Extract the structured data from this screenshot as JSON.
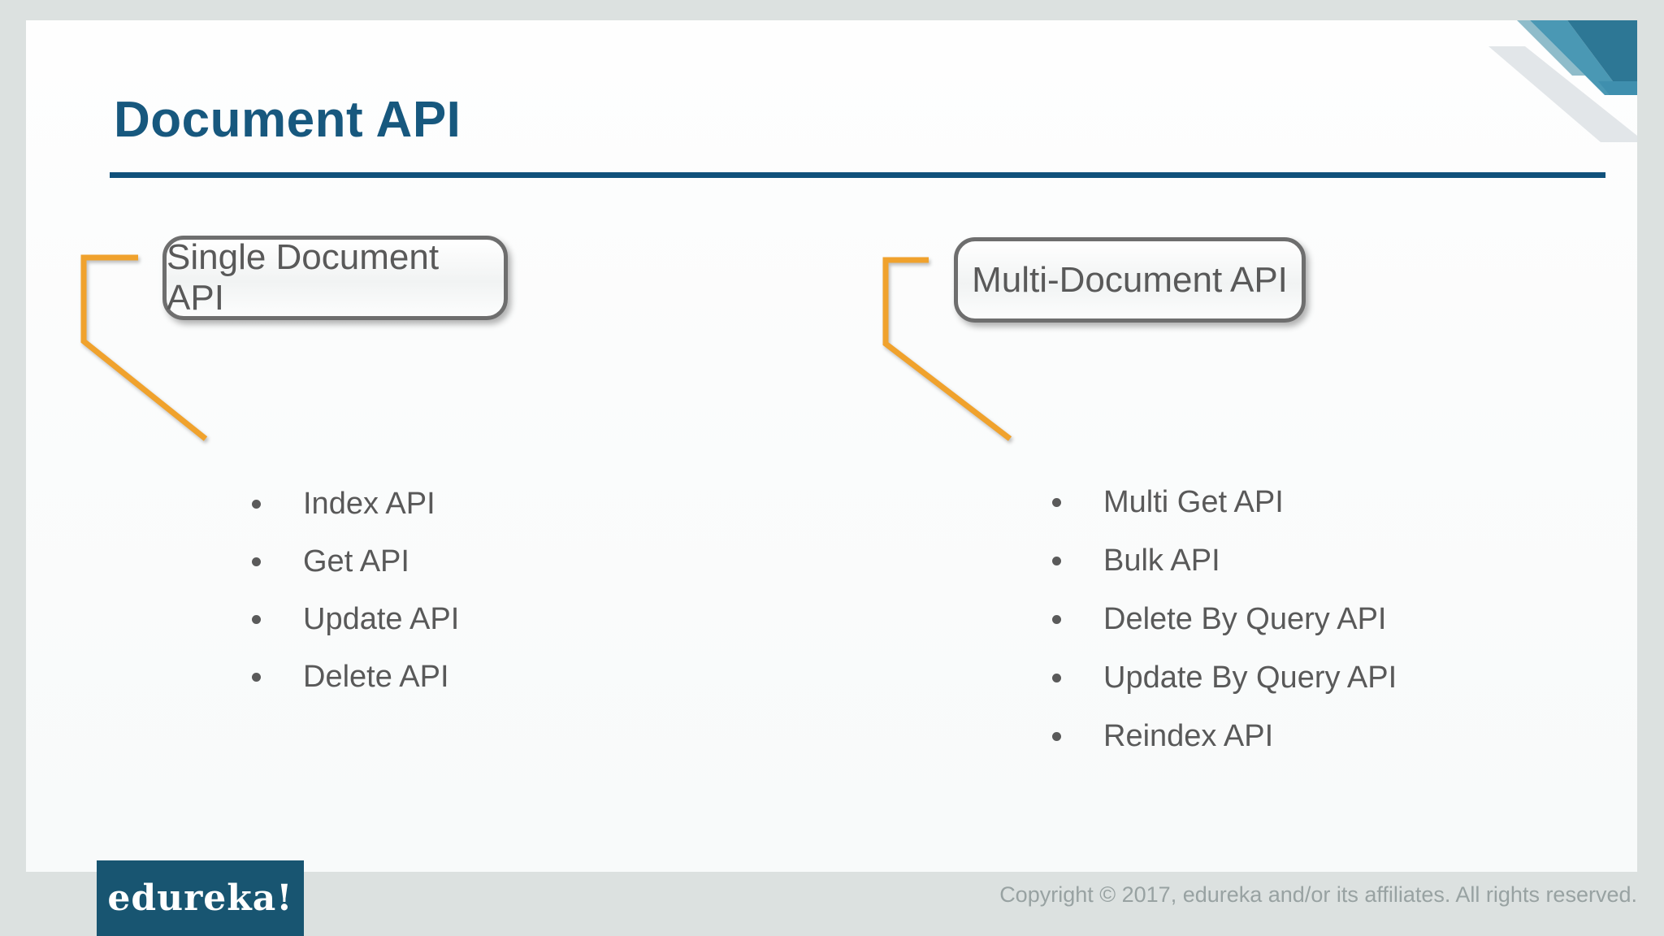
{
  "slide": {
    "title": "Document API"
  },
  "diagram": {
    "left": {
      "box_label": "Single Document API",
      "items": [
        "Index API",
        "Get API",
        "Update API",
        "Delete API"
      ]
    },
    "right": {
      "box_label": "Multi-Document API",
      "items": [
        "Multi Get API",
        "Bulk API",
        "Delete By Query API",
        "Update By Query API",
        "Reindex API"
      ]
    }
  },
  "footer": {
    "logo_text": "edureka!",
    "copyright": "Copyright © 2017, edureka and/or its affiliates. All rights reserved."
  },
  "colors": {
    "background_gray": "#dce1e0",
    "title_blue": "#17587e",
    "underline_blue": "#10517b",
    "connector_orange": "#f0a22d",
    "box_border_gray": "#6e6e6e",
    "text_gray": "#595959",
    "logo_bg_blue": "#185571",
    "copyright_gray": "#98a2a2",
    "corner_teal_dark": "#2d7795",
    "corner_teal_medium": "#4a98b4",
    "corner_teal_light": "#8fbcca",
    "corner_shadow_gray": "#e2e6e9"
  }
}
